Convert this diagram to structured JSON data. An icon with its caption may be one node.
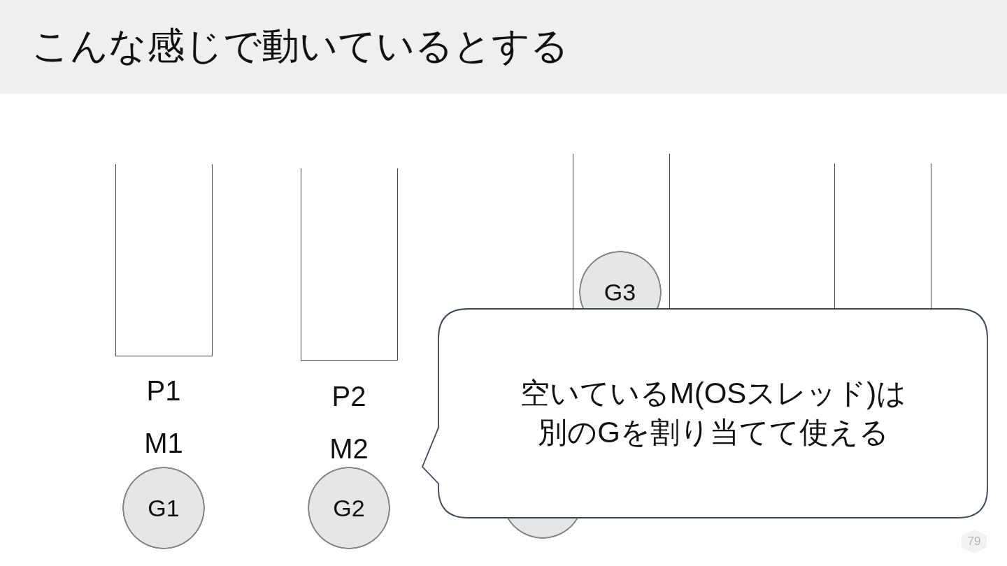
{
  "diagram": {
    "title": "こんな感じで動いているとする",
    "nodes": [
      {
        "text": [
          "P1"
        ]
      },
      {
        "text": [
          "G1"
        ]
      },
      {
        "text": [
          "P2"
        ]
      },
      {
        "text": [
          "G2"
        ]
      },
      {
        "text": [],
        "shape": "box"
      },
      {
        "text": [
          "G3"
        ],
        "in": 4
      },
      {
        "text": [],
        "shape": "box"
      },
      {
        "text": [],
        "shape": "circle"
      },
      {
        "text": [
          "空いているM(OSスレッド)は別のGを割り当てて使える"
        ]
      }
    ],
    "labels": [
      "M1",
      "M2",
      "79"
    ]
  }
}
